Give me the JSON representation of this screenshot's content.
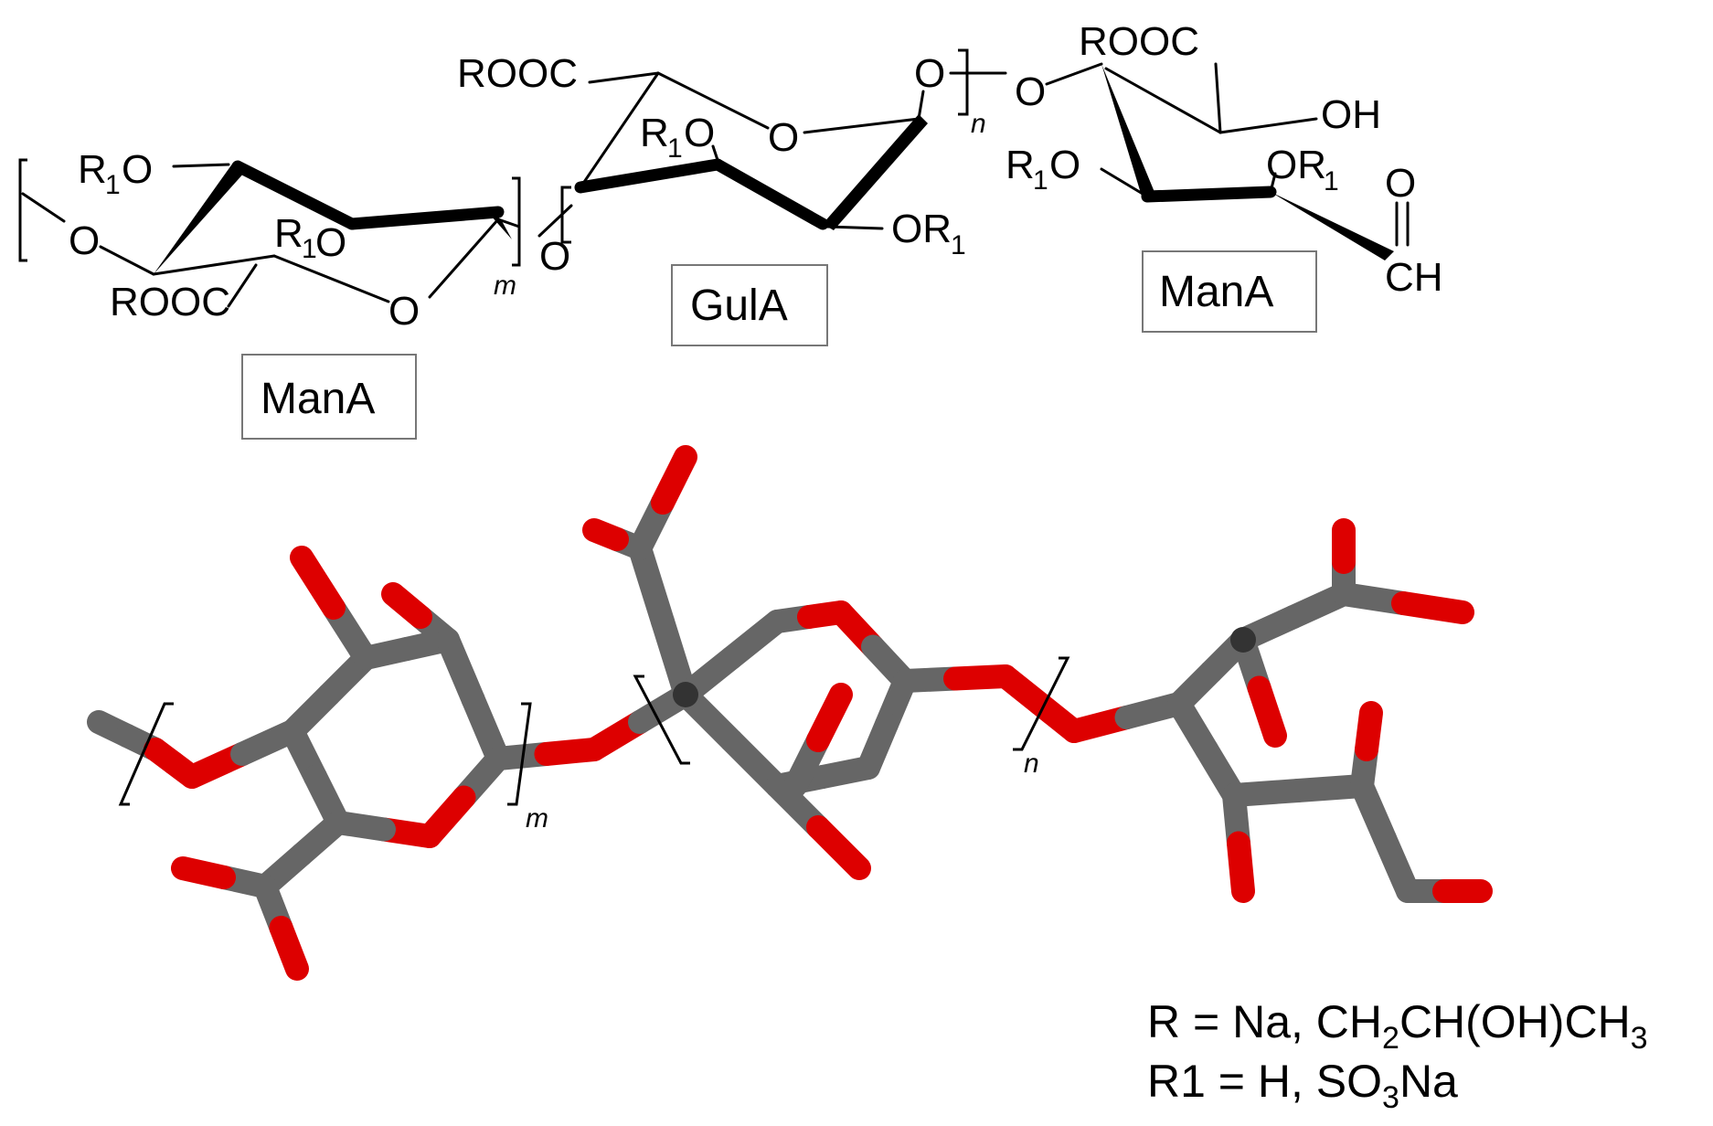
{
  "structure_2d": {
    "units": [
      {
        "label": "ManA"
      },
      {
        "label": "GulA"
      },
      {
        "label": "ManA"
      }
    ],
    "atom_labels": {
      "rooc": "ROOC",
      "r1": "R",
      "one": "1",
      "o": "O",
      "or1_o": "OR",
      "oh": "OH",
      "ch": "CH"
    },
    "repeat_subscripts": {
      "m": "m",
      "n": "n"
    }
  },
  "model_3d": {
    "colors": {
      "carbon": "#666666",
      "oxygen": "#dd0000",
      "carbon_dark": "#333333"
    },
    "repeat_subscripts": {
      "m": "m",
      "n": "n"
    }
  },
  "legend": {
    "r_line": {
      "prefix": "R = Na, CH",
      "s1": "2",
      "mid": "CH(OH)CH",
      "s2": "3"
    },
    "r1_line": {
      "prefix": "R1 = H, SO",
      "s1": "3",
      "suffix": "Na"
    }
  }
}
